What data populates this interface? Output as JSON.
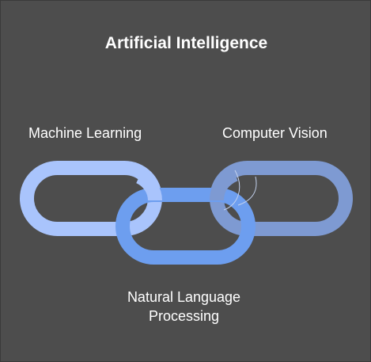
{
  "diagram": {
    "title": "Artificial Intelligence",
    "links": [
      {
        "label": "Machine Learning",
        "color": "#a9c4fc"
      },
      {
        "label": "Computer Vision",
        "color": "#7e9ad2"
      },
      {
        "label": "Natural Language Processing",
        "color": "#6d9eef"
      }
    ],
    "labels": {
      "machine_learning": "Machine Learning",
      "computer_vision": "Computer Vision",
      "nlp_line1": "Natural Language",
      "nlp_line2": "Processing"
    },
    "background": "#4d4d4d"
  }
}
